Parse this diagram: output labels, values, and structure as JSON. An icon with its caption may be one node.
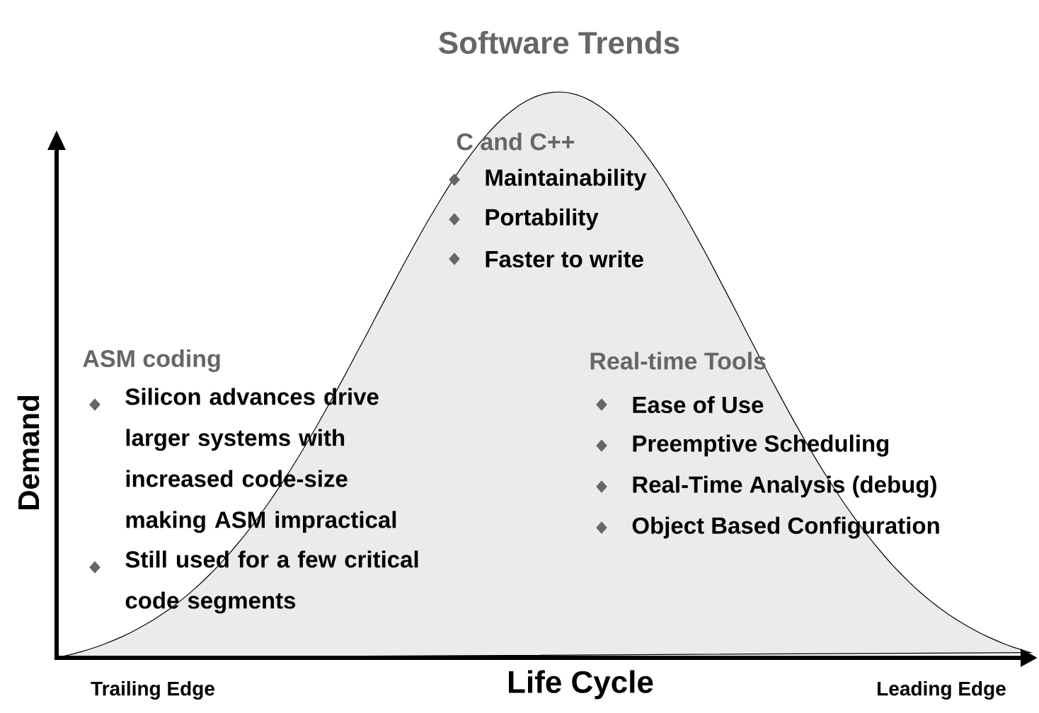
{
  "diagram": {
    "title": "Software Trends",
    "labels": [
      "C and C++",
      "Maintainability",
      "Portability",
      "Faster to write",
      "ASM coding",
      "Silicon advances drive larger systems with increased code-size making ASM impractical",
      "Still used for a few critical code segments",
      "Real-time Tools",
      "Ease of Use",
      "Preemptive Scheduling",
      "Real-Time Analysis (debug)",
      "Object Based Configuration",
      "Demand",
      "Trailing Edge",
      "Life Cycle",
      "Leading Edge"
    ]
  }
}
